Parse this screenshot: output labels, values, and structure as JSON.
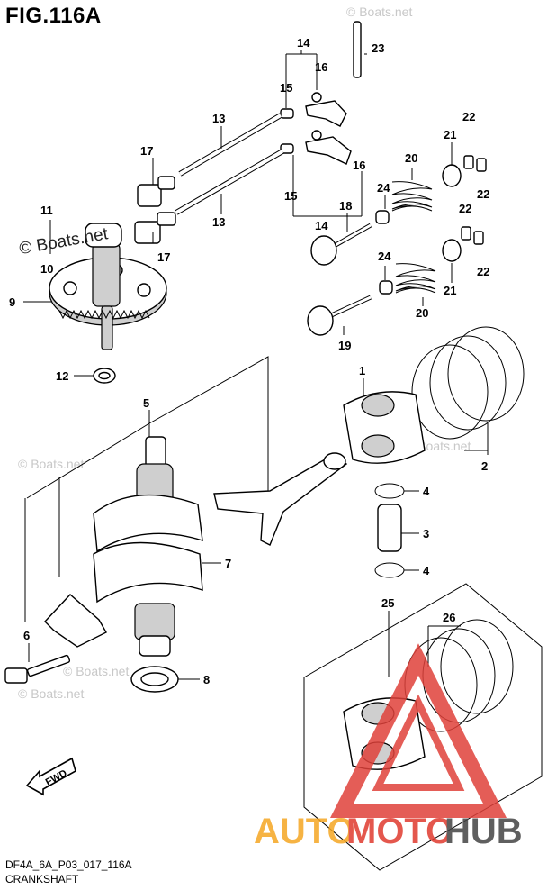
{
  "header": {
    "figure_title": "FIG.116A"
  },
  "footer": {
    "doc_code": "DF4A_6A_P03_017_116A",
    "section_name": "CRANKSHAFT"
  },
  "labels": {
    "l1": "1",
    "l2": "2",
    "l3": "3",
    "l4a": "4",
    "l4b": "4",
    "l5": "5",
    "l6": "6",
    "l7": "7",
    "l8": "8",
    "l9": "9",
    "l10": "10",
    "l11": "11",
    "l12": "12",
    "l13a": "13",
    "l13b": "13",
    "l14a": "14",
    "l14b": "14",
    "l15a": "15",
    "l15b": "15",
    "l16a": "16",
    "l16b": "16",
    "l17a": "17",
    "l17b": "17",
    "l18": "18",
    "l19": "19",
    "l20a": "20",
    "l20b": "20",
    "l21a": "21",
    "l21b": "21",
    "l22a": "22",
    "l22b": "22",
    "l22c": "22",
    "l22d": "22",
    "l23": "23",
    "l24a": "24",
    "l24b": "24",
    "l25": "25",
    "l26": "26"
  },
  "direction_marker": {
    "label": "FWD",
    "icon": "forward-arrow-icon"
  },
  "watermarks": {
    "main": "© Boats.net",
    "faint": "© Boats.net",
    "brand": {
      "part1": "AUTO",
      "part2": "MOTO",
      "part3": "HUB"
    }
  },
  "colors": {
    "brand_orange": "#f5a623",
    "brand_red": "#e03a2f",
    "brand_gray": "#444444",
    "triangle_red": "#e0413a"
  }
}
